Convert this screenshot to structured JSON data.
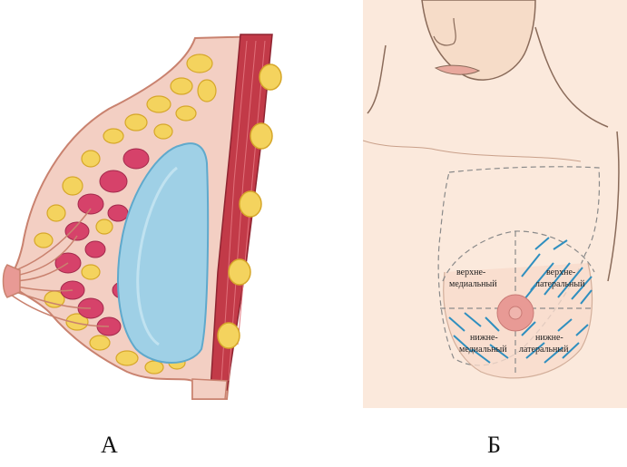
{
  "panel_a": {
    "caption": "А"
  },
  "panel_b": {
    "caption": "Б",
    "quadrants": {
      "upper_medial": [
        "верхне-",
        "медиальный"
      ],
      "upper_lateral": [
        "верхне-",
        "латеральный"
      ],
      "lower_medial": [
        "нижне-",
        "медиальный"
      ],
      "lower_lateral": [
        "нижне-",
        "латеральный"
      ]
    }
  },
  "colors": {
    "skin": "#f6dcc8",
    "tissue_pink": "#f3cfc3",
    "fat_yellow": "#f4d35e",
    "gland_red": "#d6426a",
    "muscle_red": "#c23a48",
    "implant_blue": "#9fd0e6",
    "hatch_blue": "#2f8fbf",
    "areola": "#e89a95"
  }
}
